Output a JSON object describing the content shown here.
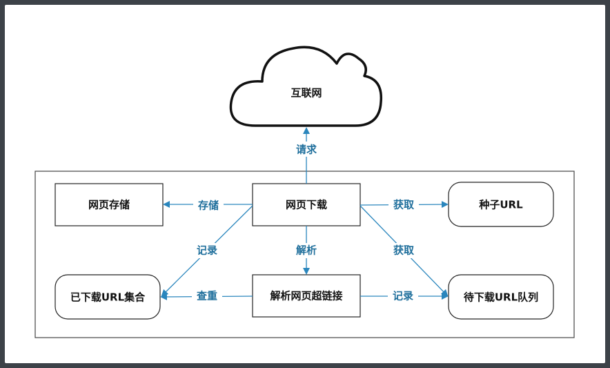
{
  "nodes": {
    "internet": "互联网",
    "download": "网页下载",
    "storage": "网页存储",
    "seed_url": "种子URL",
    "parse": "解析网页超链接",
    "downloaded_set": "已下载URL集合",
    "pending_queue": "待下载URL队列"
  },
  "edges": {
    "request": "请求",
    "store": "存储",
    "fetch_seed": "获取",
    "fetch_queue": "获取",
    "parse": "解析",
    "record_set": "记录",
    "dedup": "查重",
    "record_queue": "记录"
  },
  "colors": {
    "arrow": "#2a86bd",
    "edge_label": "#1f6f9c",
    "frame_bg": "#3d4248",
    "box_stroke": "#222222"
  }
}
